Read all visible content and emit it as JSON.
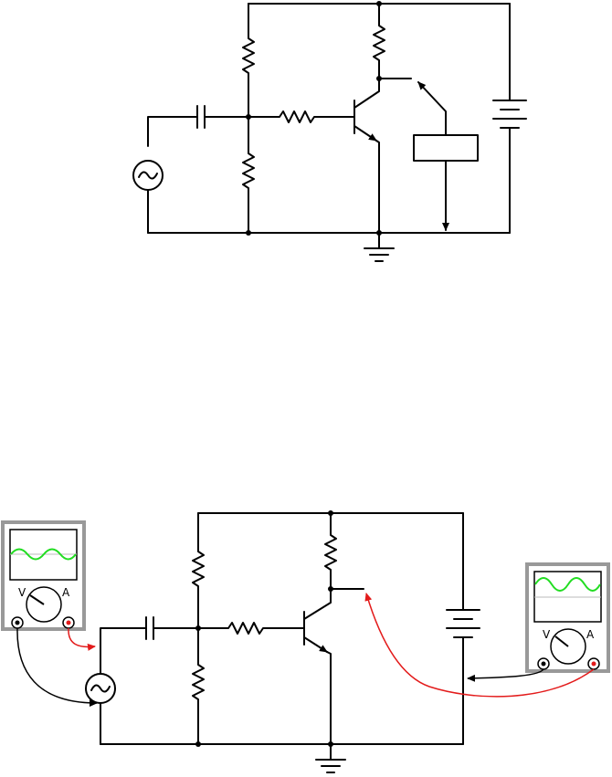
{
  "colors": {
    "wire": "#000000",
    "probe_red": "#e31b1b",
    "trace_green": "#22dd22",
    "meter_case": "#999999",
    "meter_face": "#ffffff"
  },
  "meters": {
    "left": {
      "v_label": "V",
      "a_label": "A"
    },
    "right": {
      "v_label": "V",
      "a_label": "A"
    }
  }
}
